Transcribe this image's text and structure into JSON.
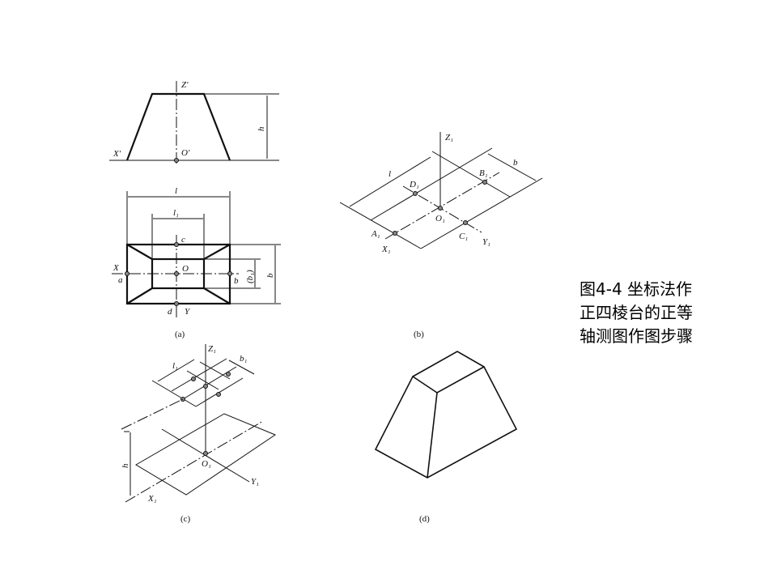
{
  "caption": [
    "图4-4  坐标法作",
    "正四棱台的正等",
    "轴测图作图步骤"
  ],
  "figure_a": {
    "label": "(a)",
    "Z": "Z′",
    "O_prime": "O′",
    "X_prime": "X′",
    "h": "h",
    "l": "l",
    "l1": "l₁",
    "c": "c",
    "O": "O",
    "X": "X",
    "a": "a",
    "b": "b",
    "b1": "(b₁)",
    "b_dim": "b",
    "d": "d",
    "Y": "Y"
  },
  "figure_b": {
    "label": "(b)",
    "Z1": "Z₁",
    "l": "l",
    "b": "b",
    "D1": "D₁",
    "B1": "B₁",
    "O1": "O₁",
    "A1": "A₁",
    "C1": "C₁",
    "X1": "X₁",
    "Y1": "Y₁"
  },
  "figure_c": {
    "label": "(c)",
    "Z1": "Z₁",
    "l1": "l₁",
    "b1": "b₁",
    "h": "h",
    "O1": "O₁",
    "X1": "X₁",
    "Y1": "Y₁"
  },
  "figure_d": {
    "label": "(d)"
  }
}
